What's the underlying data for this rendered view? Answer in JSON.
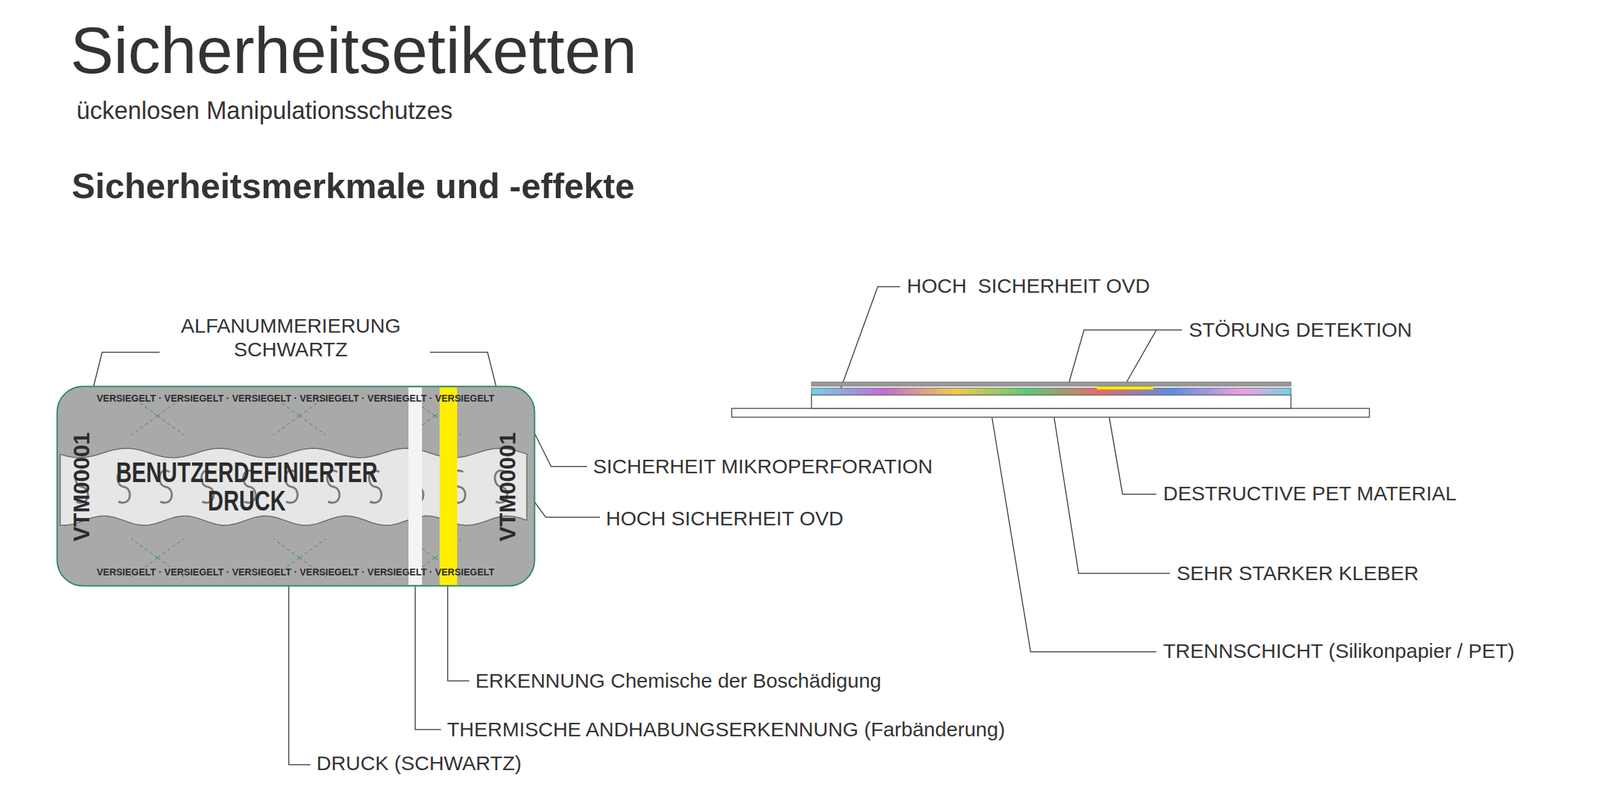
{
  "diagram": {
    "title": "Sicherheitsetiketten",
    "nodes": [
      {
        "text": [
          "VERSIEGELT · VERSIEGELT · VERSIEGELT · VERSIEGELT · VERSIEGELT · VERSIEGELT",
          "VTM00001",
          "BENUTZERDEFINIERTER DRUCK",
          "VTM00001",
          "VERSIEGELT · VERSIEGELT · VERSIEGELT · VERSIEGELT · VERSIEGELT · VERSIEGELT"
        ]
      }
    ],
    "labels": [
      "ückenlosen Manipulationsschutzes",
      "Sicherheitsmerkmale und -effekte",
      "ALFANUMMERIERUNG SCHWARTZ",
      "SICHERHEIT MIKROPERFORATION",
      "HOCH SICHERHEIT OVD",
      "ERKENNUNG Chemische der Boschädigung",
      "THERMISCHE ANDHABUNGSERKENNUNG (Farbänderung)",
      "DRUCK (SCHWARTZ)",
      "HOCH  SICHERHEIT OVD",
      "STÖRUNG DETEKTION",
      "DESTRUCTIVE PET MATERIAL",
      "SEHR STARKER KLEBER",
      "TRENNSCHICHT (Silikonpapier / PET)"
    ]
  }
}
